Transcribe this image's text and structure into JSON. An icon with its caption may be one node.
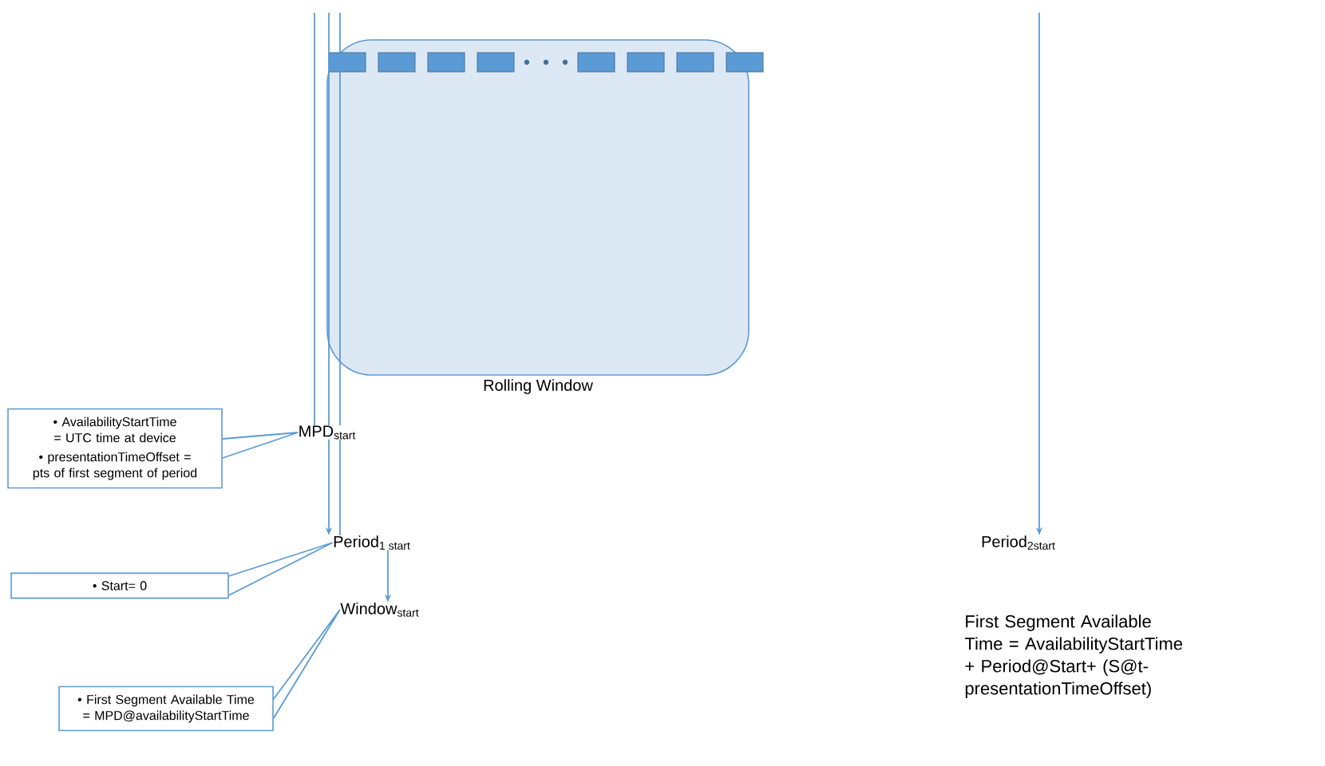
{
  "diagram": {
    "nodes": [
      {
        "text": [
          "• AvailabilityStartTime = UTC time at device",
          "• presentationTimeOffset = pts of first segment of period"
        ]
      },
      {
        "text": [
          "• Start= 0"
        ]
      },
      {
        "text": [
          "• First Segment Available Time = MPD@availabilityStartTime"
        ]
      },
      {
        "text": [
          "Rolling Window"
        ]
      },
      {
        "text": [
          "MPD$_{start}$"
        ]
      },
      {
        "text": [
          "Period$_{1 start}$"
        ]
      },
      {
        "text": [
          "Window$_{start}$"
        ]
      },
      {
        "text": [
          "Period$_{2start}$"
        ]
      }
    ],
    "edges": [
      {
        "from": null,
        "to": 4,
        "arrow": "none"
      },
      {
        "from": null,
        "to": 4,
        "arrow": "none"
      },
      {
        "from": null,
        "to": 4,
        "arrow": "none"
      },
      {
        "from": 4,
        "to": 5,
        "arrow": "to"
      },
      {
        "from": 4,
        "to": 5,
        "arrow": "none"
      },
      {
        "from": 5,
        "to": 6,
        "arrow": "to"
      },
      {
        "from": null,
        "to": 7,
        "arrow": "to"
      },
      {
        "from": 0,
        "to": 4,
        "arrow": "none"
      },
      {
        "from": 1,
        "to": 5,
        "arrow": "none"
      },
      {
        "from": 2,
        "to": 6,
        "arrow": "none"
      }
    ],
    "labels": [
      "First Segment Available Time = AvailabilityStartTime + Period@Start+ (S@t-presentationTimeOffset)"
    ]
  }
}
